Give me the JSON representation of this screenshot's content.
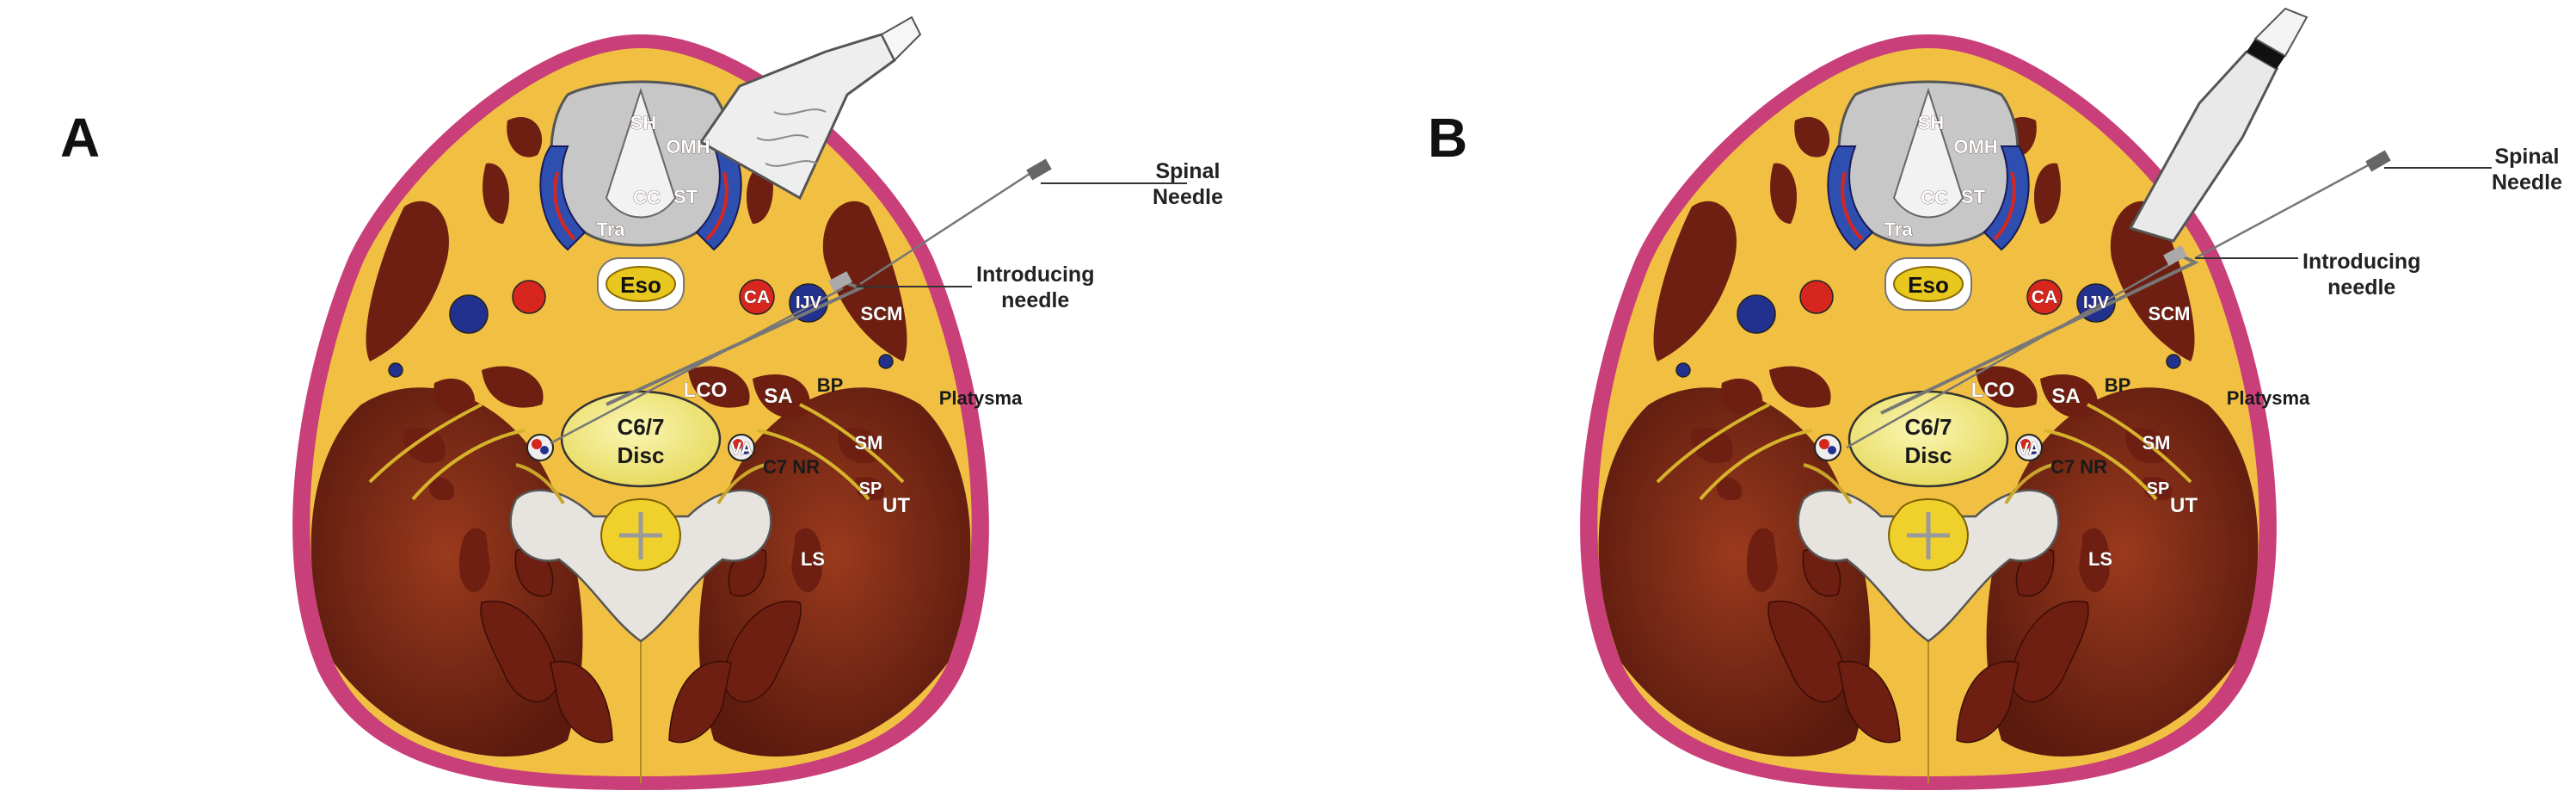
{
  "panels": [
    {
      "letter": "A",
      "callouts": {
        "spinal_needle": "Spinal\nNeedle",
        "introducing_needle": "Introducing\nneedle"
      },
      "labels": {
        "SH": "SH",
        "OMH": "OMH",
        "ST": "ST",
        "CC": "CC",
        "Tra": "Tra",
        "Eso": "Eso",
        "CA": "CA",
        "IJV": "IJV",
        "SCM": "SCM",
        "LCO": "LCO",
        "SA": "SA",
        "BP": "BP",
        "Platysma": "Platysma",
        "C67": "C6/7",
        "Disc": "Disc",
        "VA": "VA",
        "C7NR": "C7 NR",
        "SM": "SM",
        "SP": "SP",
        "LS": "LS",
        "UT": "UT"
      },
      "probe": "linear-probe-short-axis"
    },
    {
      "letter": "B",
      "callouts": {
        "spinal_needle": "Spinal\nNeedle",
        "introducing_needle": "Introducing\nneedle"
      },
      "labels": {
        "SH": "SH",
        "OMH": "OMH",
        "ST": "ST",
        "CC": "CC",
        "Tra": "Tra",
        "Eso": "Eso",
        "CA": "CA",
        "IJV": "IJV",
        "SCM": "SCM",
        "LCO": "LCO",
        "SA": "SA",
        "BP": "BP",
        "Platysma": "Platysma",
        "C67": "C6/7",
        "Disc": "Disc",
        "VA": "VA",
        "C7NR": "C7 NR",
        "SM": "SM",
        "SP": "SP",
        "LS": "LS",
        "UT": "UT"
      },
      "probe": "linear-probe-long-axis"
    }
  ],
  "colors": {
    "skin": "#c93f7a",
    "fat": "#f1c043",
    "muscle": "#6e1f12",
    "artery": "#d6261e",
    "vein": "#23318e",
    "bone": "#e7e3df",
    "nerve": "#e3c63a",
    "disc": "#f2ec7a"
  }
}
